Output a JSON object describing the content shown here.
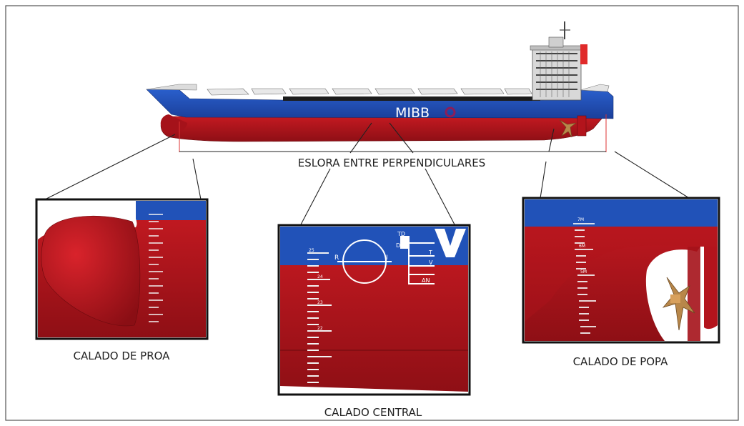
{
  "diagram": {
    "ship_name": "MIBB",
    "length_label": "ESLORA ENTRE PERPENDICULARES",
    "panels": {
      "bow": {
        "caption": "CALADO DE PROA"
      },
      "midship": {
        "caption": "CALADO CENTRAL"
      },
      "stern": {
        "caption": "CALADO DE POPA"
      }
    },
    "plimsoll": {
      "left_letter": "R",
      "right_letter": "I",
      "lines": [
        "TD",
        "D",
        "T",
        "V",
        "AN"
      ]
    },
    "midship_ticks": [
      "25",
      "24",
      "23",
      "22"
    ],
    "stern_ticks": [
      "7M",
      "6M",
      "5M"
    ]
  },
  "colors": {
    "hull_red": "#b3141c",
    "hull_blue": "#2152b8",
    "bronze": "#b8874a",
    "outline": "#222222"
  }
}
